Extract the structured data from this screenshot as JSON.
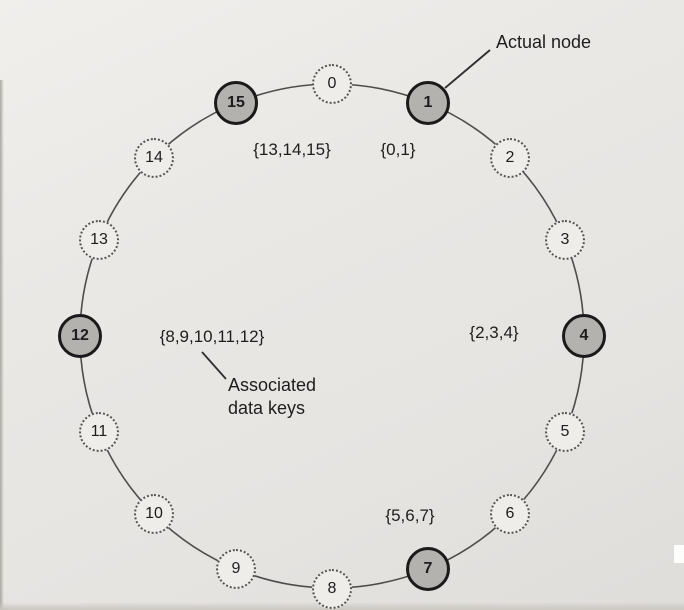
{
  "figure": {
    "background": "#eae8e5",
    "node_fill_actual": "#b4b2af",
    "node_border_actual": "#1a1a1a",
    "node_border_virtual": "#555555",
    "ring": {
      "node_count": 16,
      "actual_node_ids": [
        1,
        4,
        7,
        12,
        15
      ]
    },
    "nodes": [
      {
        "id": "0",
        "type": "virtual"
      },
      {
        "id": "1",
        "type": "actual"
      },
      {
        "id": "2",
        "type": "virtual"
      },
      {
        "id": "3",
        "type": "virtual"
      },
      {
        "id": "4",
        "type": "actual"
      },
      {
        "id": "5",
        "type": "virtual"
      },
      {
        "id": "6",
        "type": "virtual"
      },
      {
        "id": "7",
        "type": "actual"
      },
      {
        "id": "8",
        "type": "virtual"
      },
      {
        "id": "9",
        "type": "virtual"
      },
      {
        "id": "10",
        "type": "virtual"
      },
      {
        "id": "11",
        "type": "virtual"
      },
      {
        "id": "12",
        "type": "actual"
      },
      {
        "id": "13",
        "type": "virtual"
      },
      {
        "id": "14",
        "type": "virtual"
      },
      {
        "id": "15",
        "type": "actual"
      }
    ],
    "key_sets": [
      {
        "text": "{0,1}",
        "for_node": 1
      },
      {
        "text": "{2,3,4}",
        "for_node": 4
      },
      {
        "text": "{5,6,7}",
        "for_node": 7
      },
      {
        "text": "{8,9,10,11,12}",
        "for_node": 12
      },
      {
        "text": "{13,14,15}",
        "for_node": 15
      }
    ],
    "annotations": {
      "actual_node_label": "Actual node",
      "associated_keys_line1": "Associated",
      "associated_keys_line2": "data keys"
    }
  }
}
